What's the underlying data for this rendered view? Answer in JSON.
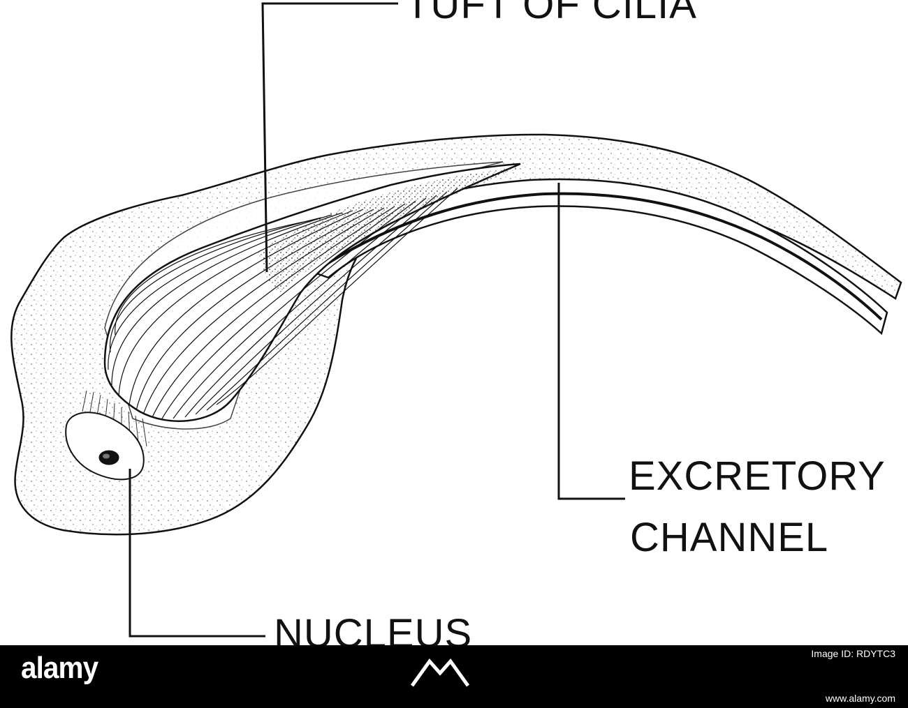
{
  "labels": {
    "tuft": "TUFT OF CILIA",
    "excretory_line1": "EXCRETORY",
    "excretory_line2": "CHANNEL",
    "nucleus": "NUCLEUS"
  },
  "footer": {
    "logo": "alamy",
    "image_id": "Image ID: RDYTC3",
    "url": "www.alamy.com"
  },
  "colors": {
    "ink": "#111111",
    "footer_bg": "#000000",
    "footer_text": "#ffffff"
  }
}
